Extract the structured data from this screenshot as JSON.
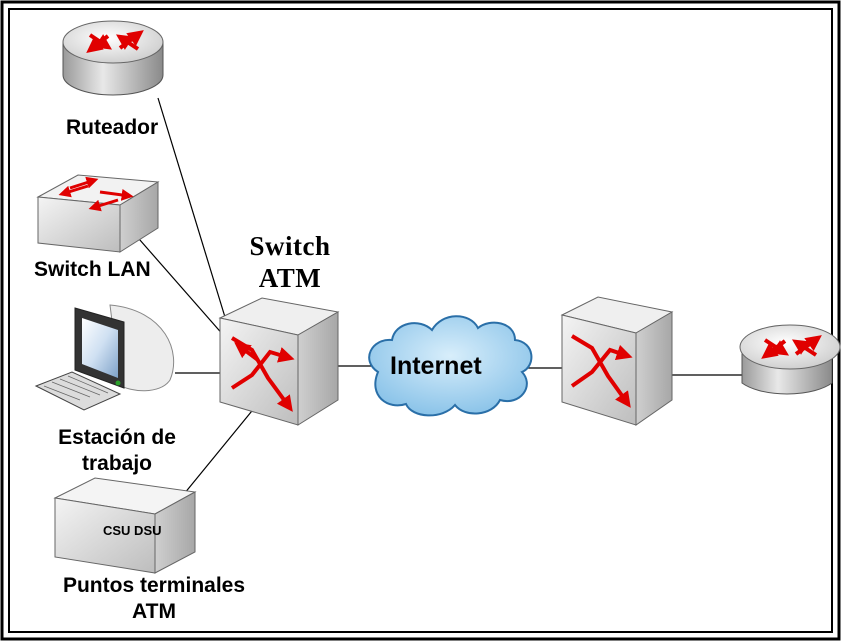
{
  "labels": {
    "router": "Ruteador",
    "switch_lan": "Switch LAN",
    "switch_atm_line1": "Switch",
    "switch_atm_line2": "ATM",
    "workstation_line1": "Estación de",
    "workstation_line2": "trabajo",
    "internet": "Internet",
    "endpoints_line1": "Puntos terminales",
    "endpoints_line2": "ATM",
    "csu_dsu": "CSU DSU"
  },
  "colors": {
    "arrow": "#e00000",
    "cloud": "#9fd0ef",
    "cloud_stroke": "#2a6fa8",
    "device_gray": "#d9d9d9"
  },
  "icons": [
    "router-icon",
    "lan-switch-icon",
    "atm-switch-icon",
    "workstation-icon",
    "cloud-icon",
    "csu-dsu-icon"
  ]
}
